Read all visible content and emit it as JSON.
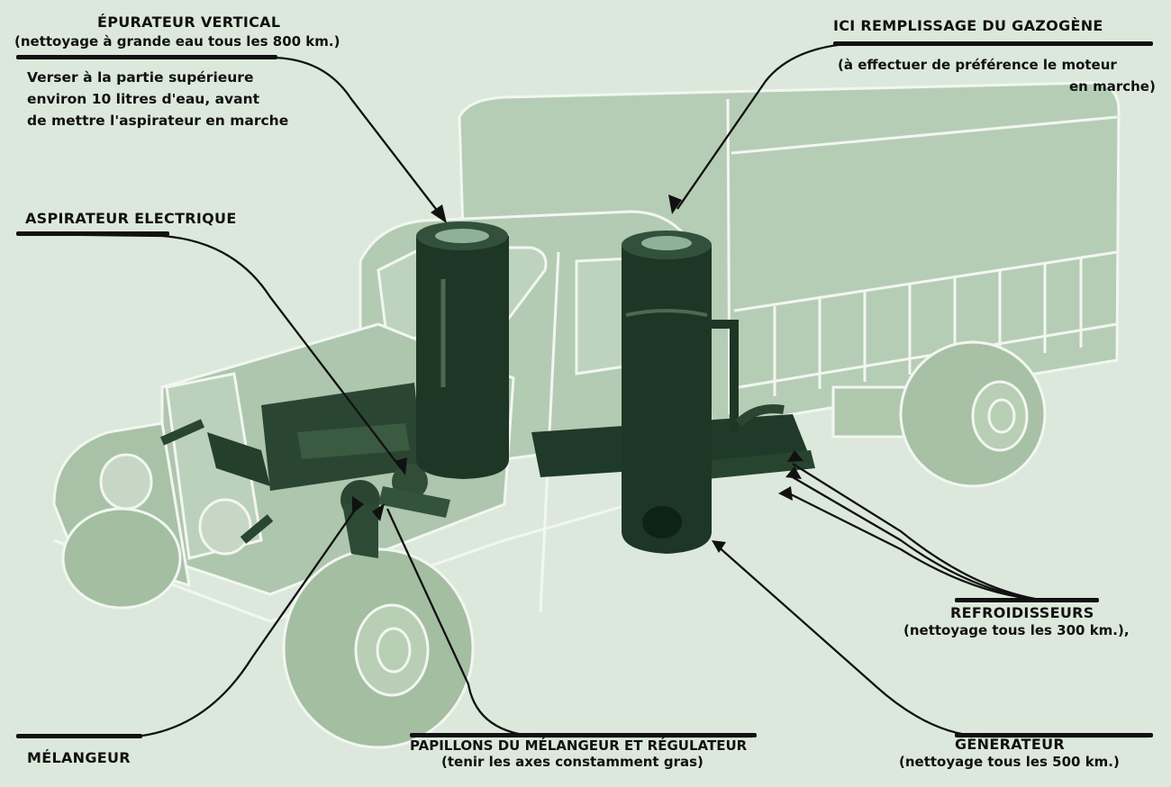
{
  "labels": {
    "epurateur": {
      "title": "ÉPURATEUR VERTICAL",
      "sub": "(nettoyage à grande eau tous les 800 km.)"
    },
    "instruction": {
      "line1": "Verser à la partie supérieure",
      "line2": "environ 10 litres d'eau, avant",
      "line3": "de mettre l'aspirateur en marche"
    },
    "remplissage": {
      "title": "ICI REMPLISSAGE DU GAZOGÈNE",
      "sub1": "(à effectuer de préférence le moteur",
      "sub2": "en marche)"
    },
    "aspirateur": {
      "title": "ASPIRATEUR ELECTRIQUE"
    },
    "refroidisseurs": {
      "title": "REFROIDISSEURS",
      "sub": "(nettoyage tous les 300 km.),"
    },
    "melangeur": {
      "title": "MÉLANGEUR"
    },
    "papillons": {
      "title": "PAPILLONS DU MÉLANGEUR ET RÉGULATEUR",
      "sub": "(tenir les axes constamment gras)"
    },
    "generateur": {
      "title": "GÉNÉRATEUR",
      "sub": "(nettoyage tous les 500 km.)"
    }
  },
  "colors": {
    "background": "#dde8dc",
    "body_fill": "#b9cfb8",
    "outline": "#f2f6f1",
    "equipment": "#1f3a28",
    "text": "#111111"
  }
}
